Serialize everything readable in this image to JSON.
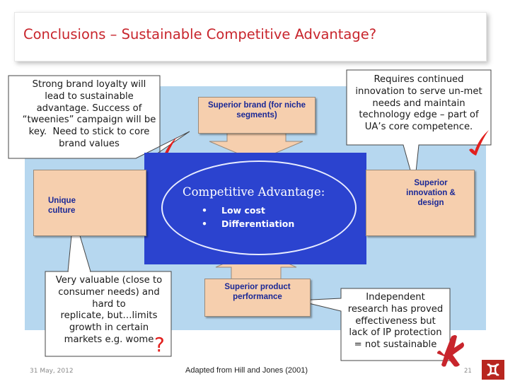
{
  "slide": {
    "title": "Conclusions – Sustainable Competitive Advantage?",
    "diagram": {
      "center_heading": "Competitive Advantage:",
      "center_items": [
        "Low cost",
        "Differentiation"
      ],
      "box_top": "Superior brand  (for niche segments)",
      "box_left": "Unique culture",
      "box_right": "Superior innovation & design",
      "box_bottom": "Superior product performance"
    },
    "callouts": {
      "brand": "Strong brand loyalty will\nlead to sustainable\nadvantage. Success of\n“tweenies” campaign will be\nkey.  Need to stick to core\nbrand values",
      "innovation": "Requires continued\ninnovation to serve un-met\nneeds and maintain\ntechnology edge – part of\nUA’s core competence.",
      "culture": "Very valuable (close to\nconsumer needs) and\nhard to\nreplicate, but…limits\ngrowth in certain\nmarkets e.g. wome",
      "performance": "Independent\nresearch has proved\neffectiveness but\nlack of IP protection\n= not sustainable"
    },
    "marks": {
      "question": "?"
    },
    "footer": {
      "date": "31 May, 2012",
      "source": "Adapted from Hill and Jones (2001)",
      "page": "21"
    },
    "colors": {
      "title": "#c8252c",
      "panel": "#b6d7ef",
      "center": "#2b43cf",
      "box": "#f6cfae",
      "box_text": "#1a2896",
      "check": "#e2201e",
      "logo": "#b8261f"
    },
    "icons": [
      "check-icon",
      "question-mark-icon",
      "cross-icon",
      "brand-logo"
    ]
  }
}
